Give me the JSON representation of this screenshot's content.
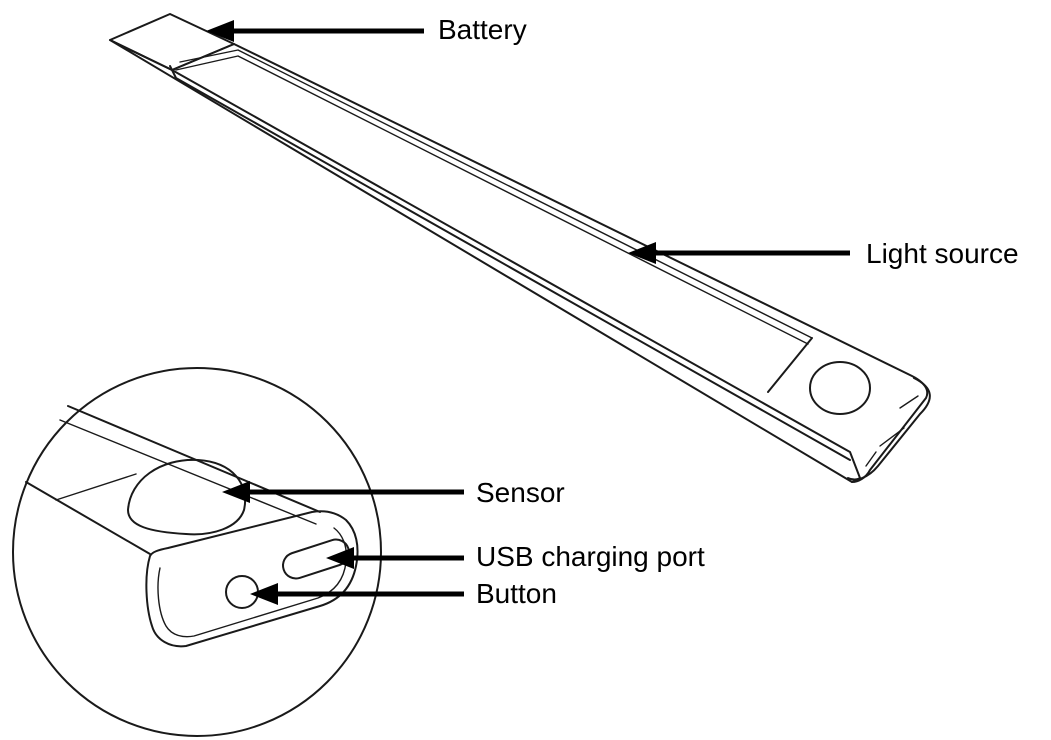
{
  "labels": {
    "battery": "Battery",
    "light_source": "Light source",
    "sensor": "Sensor",
    "usb_port": "USB charging port",
    "button": "Button"
  },
  "colors": {
    "line": "#1a1a1a",
    "arrow": "#000000",
    "background": "#ffffff"
  }
}
